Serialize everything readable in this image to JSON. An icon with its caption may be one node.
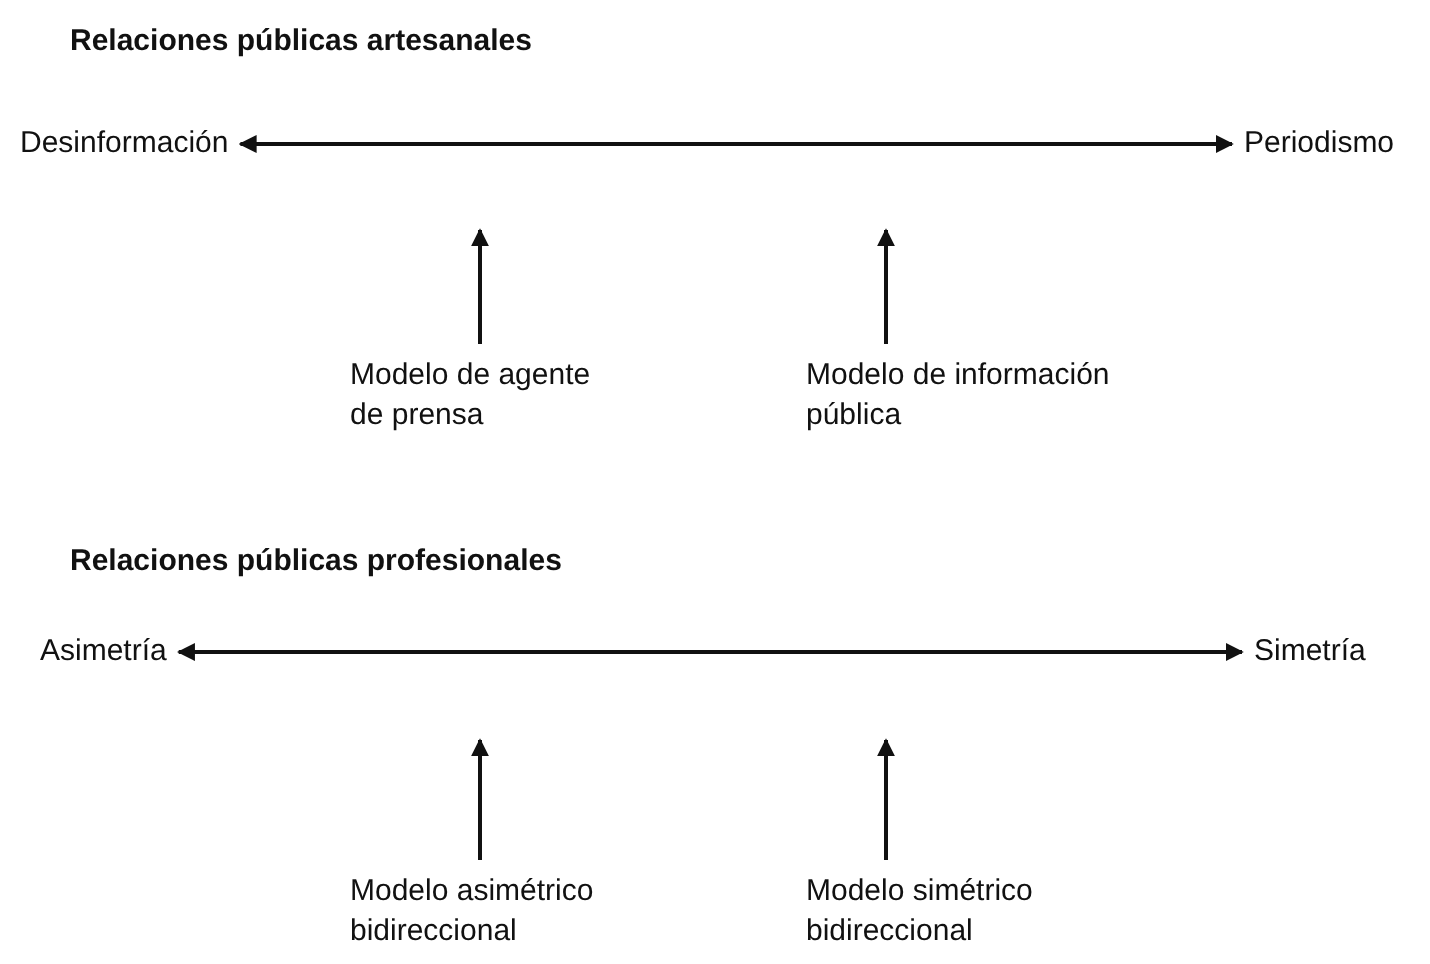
{
  "diagram": {
    "nodes": [
      {
        "text": [
          "Desinformación"
        ]
      },
      {
        "text": [
          "Periodismo"
        ]
      },
      {
        "text": [
          "Modelo de agente de prensa"
        ]
      },
      {
        "text": [
          "Modelo de información pública"
        ]
      },
      {
        "text": [
          "Asimetría"
        ]
      },
      {
        "text": [
          "Simetría"
        ]
      },
      {
        "text": [
          "Modelo asimétrico bidireccional"
        ]
      },
      {
        "text": [
          "Modelo simétrico bidireccional"
        ]
      }
    ],
    "edges": [
      {
        "from": 0,
        "to": 1,
        "arrow": "both"
      },
      {
        "from": 2,
        "to": null,
        "arrow": "to"
      },
      {
        "from": 3,
        "to": null,
        "arrow": "to"
      },
      {
        "from": 4,
        "to": 5,
        "arrow": "both"
      },
      {
        "from": 6,
        "to": null,
        "arrow": "to"
      },
      {
        "from": 7,
        "to": null,
        "arrow": "to"
      }
    ],
    "labels": [
      "Relaciones públicas artesanales",
      "Relaciones públicas profesionales"
    ]
  }
}
